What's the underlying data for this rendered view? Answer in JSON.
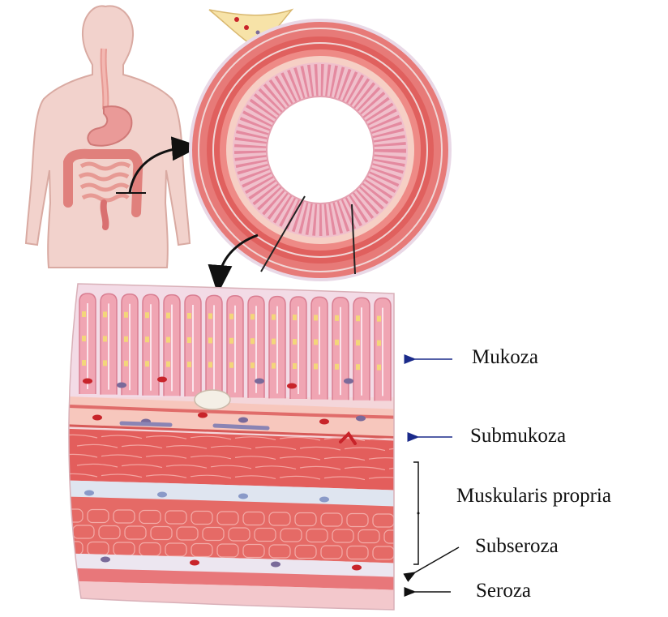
{
  "labels": {
    "mukoza": "Mukoza",
    "submukoza": "Submukoza",
    "muskularis": "Muskularis propria",
    "subseroza": "Subseroza",
    "seroza": "Seroza"
  },
  "colors": {
    "body_skin": "#f2d2cc",
    "body_outline": "#d9aaa2",
    "gut": "#e88f8f",
    "muscle": "#e05a5a",
    "muscle_light": "#ee8a86",
    "mucosa": "#f0a5b3",
    "submucosa_band": "#f5c9c0",
    "serosa_band": "#e6e4ee",
    "arrow_blue": "#1a2a8a",
    "arrow_black": "#111111",
    "vessel_red": "#c8242a",
    "vessel_purple": "#7a6a9a",
    "nerve_yellow": "#f3d67a"
  },
  "icons": [
    "human-body-icon",
    "intestine-cross-section-icon",
    "tissue-layers-block-icon"
  ]
}
